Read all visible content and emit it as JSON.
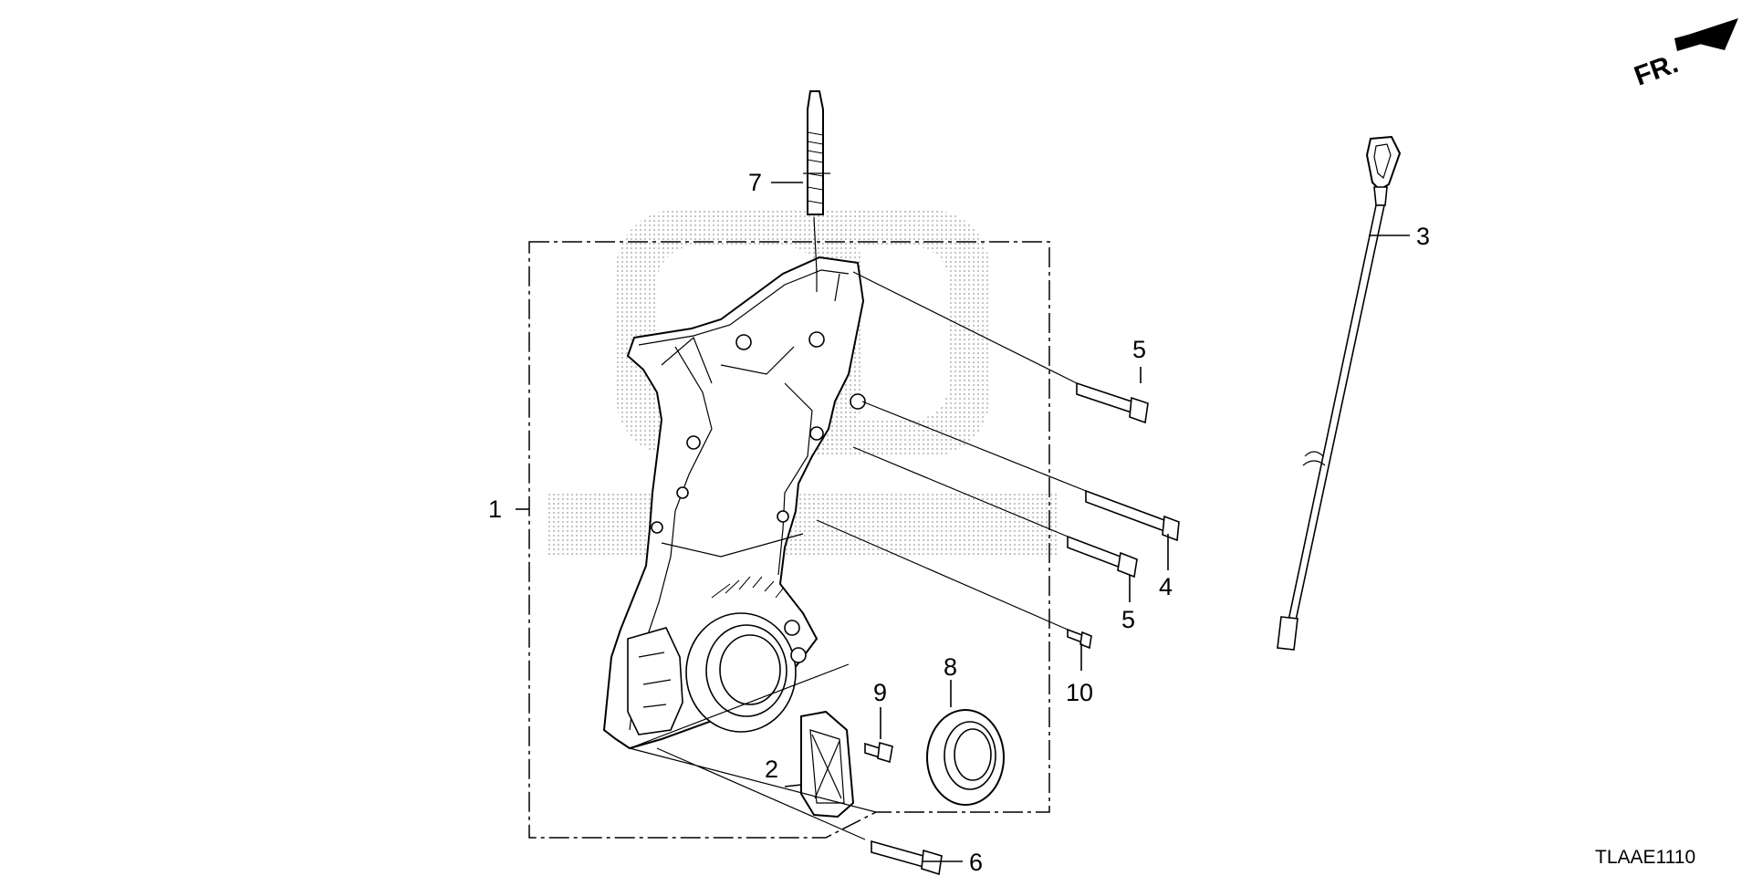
{
  "diagram": {
    "callouts": [
      {
        "id": "c1",
        "label": "1"
      },
      {
        "id": "c2",
        "label": "2"
      },
      {
        "id": "c3",
        "label": "3"
      },
      {
        "id": "c4",
        "label": "4"
      },
      {
        "id": "c5a",
        "label": "5"
      },
      {
        "id": "c5b",
        "label": "5"
      },
      {
        "id": "c6",
        "label": "6"
      },
      {
        "id": "c7",
        "label": "7"
      },
      {
        "id": "c8",
        "label": "8"
      },
      {
        "id": "c9",
        "label": "9"
      },
      {
        "id": "c10",
        "label": "10"
      }
    ],
    "direction_label": "FR.",
    "figure_code": "TLAAE1110"
  }
}
